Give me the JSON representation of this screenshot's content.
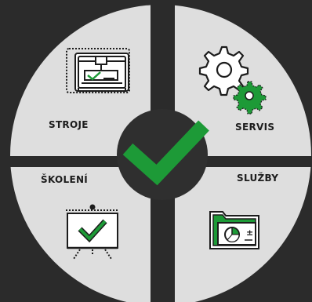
{
  "colors": {
    "background": "#2b2b2b",
    "quadrant": "#dedede",
    "center_disc": "#2f2f2f",
    "accent_green": "#1d9a37",
    "icon_stroke": "#1c1c1c"
  },
  "quadrants": {
    "machines": {
      "label": "STROJE",
      "icon": "cnc-machine-icon"
    },
    "service": {
      "label": "SERVIS",
      "icon": "gears-icon"
    },
    "training": {
      "label": "ŠKOLENÍ",
      "icon": "presentation-board-icon"
    },
    "services": {
      "label": "SLUŽBY",
      "icon": "folder-chart-icon"
    }
  },
  "center": {
    "icon": "checkmark-icon"
  }
}
